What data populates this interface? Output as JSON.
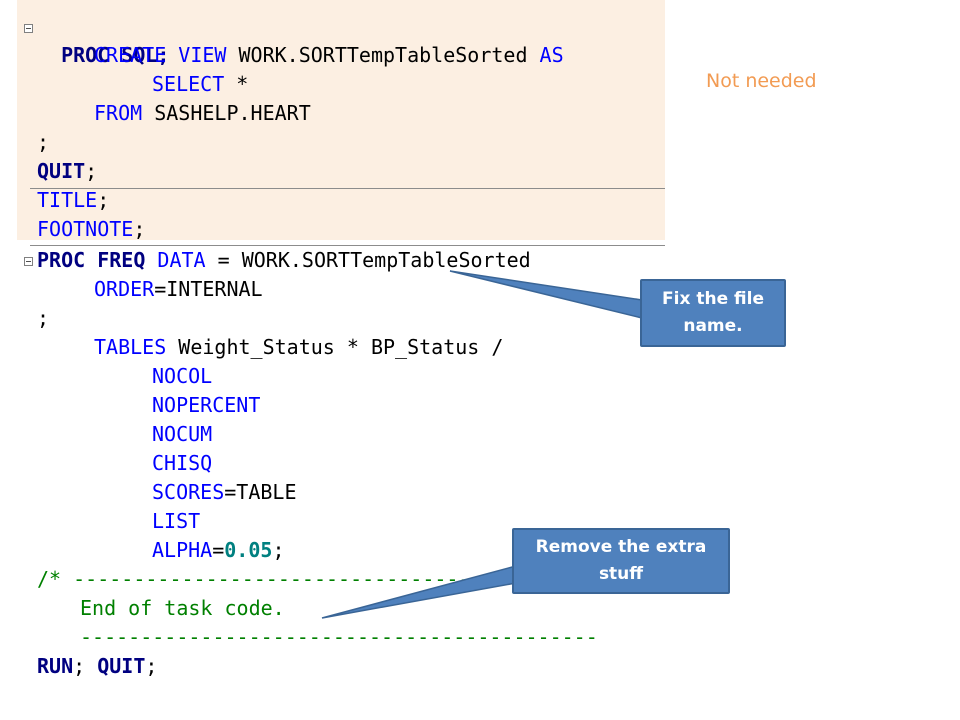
{
  "code": {
    "proc_sql": "PROC SQL;",
    "create_view_kw": "CREATE VIEW",
    "create_view_name": " WORK.SORTTempTableSorted ",
    "as_kw": "AS",
    "select_kw": "SELECT",
    "select_star": " *",
    "from_kw": "FROM",
    "from_table": " SASHELP.HEART",
    "semicolon_1": ";",
    "quit_kw": "QUIT",
    "quit_semicolon": ";",
    "title_kw": "TITLE",
    "title_semicolon": ";",
    "footnote_kw": "FOOTNOTE",
    "footnote_semicolon": ";",
    "proc_freq_kw": "PROC FREQ",
    "data_kw": " DATA",
    "data_value": " = WORK.SORTTempTableSorted",
    "order_kw": "ORDER",
    "order_value": "=INTERNAL",
    "semicolon_2": ";",
    "tables_kw": "TABLES",
    "tables_value": " Weight_Status * BP_Status /",
    "opt_nocol": "NOCOL",
    "opt_nopercent": "NOPERCENT",
    "opt_nocum": "NOCUM",
    "opt_chisq": "CHISQ",
    "opt_scores_kw": "SCORES",
    "opt_scores_value": "=TABLE",
    "opt_list": "LIST",
    "opt_alpha_kw": "ALPHA",
    "opt_alpha_eq": "=",
    "opt_alpha_value": "0.05",
    "opt_alpha_semicolon": ";",
    "comment_open": "/* ------------------------------------------",
    "comment_end_task": "End of task code.",
    "comment_close": "-------------------------------------------",
    "run_kw": "RUN",
    "run_semicolon": ";",
    "run_quit_kw": " QUIT",
    "run_quit_semicolon": ";"
  },
  "annotations": {
    "not_needed": "Not needed",
    "fix_file_name": "Fix the file name.",
    "remove_extra": "Remove the extra stuff"
  },
  "colors": {
    "highlight": "#fcefe2",
    "keyword_bold": "#000080",
    "keyword": "#0000ff",
    "number": "#008080",
    "comment": "#008000",
    "note": "#f29b53",
    "callout": "#4f81bd"
  }
}
